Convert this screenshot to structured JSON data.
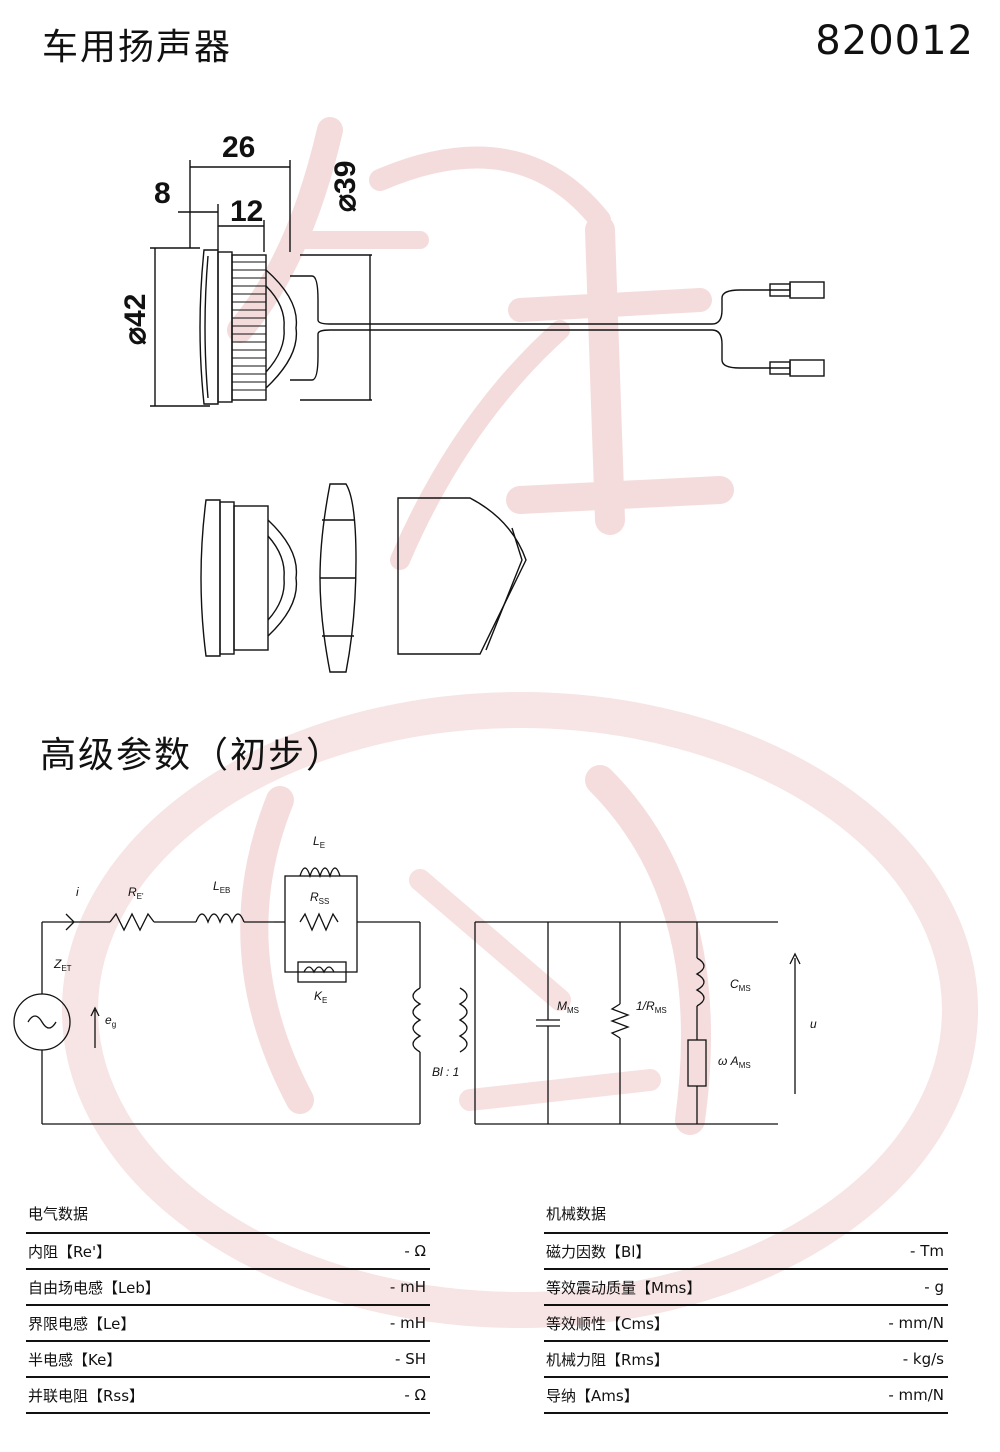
{
  "header": {
    "title": "车用扬声器",
    "model": "820012"
  },
  "drawing": {
    "dimensions": {
      "overall_depth": "26",
      "flange_depth": "8",
      "thread_length": "12",
      "thread_diameter": "39",
      "face_diameter": "42"
    },
    "diameter_symbol": "⌀"
  },
  "section_title": "高级参数（初步）",
  "circuit": {
    "labels": {
      "i": "i",
      "re": "R",
      "re_sub": "E'",
      "leb": "L",
      "leb_sub": "EB",
      "le": "L",
      "le_sub": "E",
      "rss": "R",
      "rss_sub": "SS",
      "ke": "K",
      "ke_sub": "E",
      "zet": "Z",
      "zet_sub": "ET",
      "eg": "e",
      "eg_sub": "g",
      "bl": "Bl : 1",
      "mms": "M",
      "mms_sub": "MS",
      "rms": "1/R",
      "rms_sub": "MS",
      "cms": "C",
      "cms_sub": "MS",
      "ams": "ω A",
      "ams_sub": "MS",
      "u": "u"
    }
  },
  "electrical": {
    "heading": "电气数据",
    "rows": [
      {
        "label": "内阻【Re'】",
        "value": "- Ω"
      },
      {
        "label": "自由场电感【Leb】",
        "value": "- mH"
      },
      {
        "label": "界限电感【Le】",
        "value": "- mH"
      },
      {
        "label": "半电感【Ke】",
        "value": "- SH"
      },
      {
        "label": "并联电阻【Rss】",
        "value": "- Ω"
      }
    ]
  },
  "mechanical": {
    "heading": "机械数据",
    "rows": [
      {
        "label": "磁力因数【Bl】",
        "value": "- Tm"
      },
      {
        "label": "等效震动质量【Mms】",
        "value": "- g"
      },
      {
        "label": "等效顺性【Cms】",
        "value": "- mm/N"
      },
      {
        "label": "机械力阻【Rms】",
        "value": "- kg/s"
      },
      {
        "label": "导纳【Ams】",
        "value": "- mm/N"
      }
    ]
  },
  "colors": {
    "watermark": "#f3d6d6",
    "line": "#111111"
  }
}
